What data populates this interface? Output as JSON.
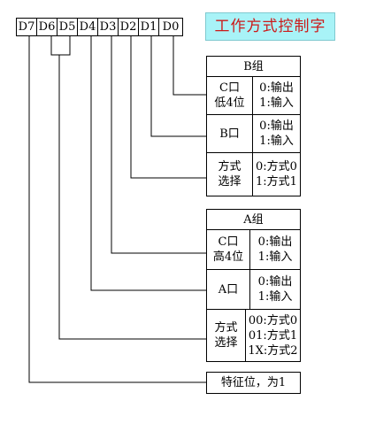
{
  "bits": [
    "D7",
    "D6",
    "D5",
    "D4",
    "D3",
    "D2",
    "D1",
    "D0"
  ],
  "title": "工作方式控制字",
  "group_b": {
    "header": "B组",
    "rows": [
      {
        "name": [
          "C口",
          "低4位"
        ],
        "desc": [
          "0:输出",
          "1:输入"
        ]
      },
      {
        "name": [
          "B口"
        ],
        "desc": [
          "0:输出",
          "1:输入"
        ]
      },
      {
        "name": [
          "方式",
          "选择"
        ],
        "desc": [
          "0:方式0",
          "1:方式1"
        ]
      }
    ]
  },
  "group_a": {
    "header": "A组",
    "rows": [
      {
        "name": [
          "C口",
          "高4位"
        ],
        "desc": [
          "0:输出",
          "1:输入"
        ]
      },
      {
        "name": [
          "A口"
        ],
        "desc": [
          "0:输出",
          "1:输入"
        ]
      },
      {
        "name": [
          "方式",
          "选择"
        ],
        "desc": [
          "00:方式0",
          "01:方式1",
          "1X:方式2"
        ]
      }
    ]
  },
  "feature": "特征位，为1"
}
